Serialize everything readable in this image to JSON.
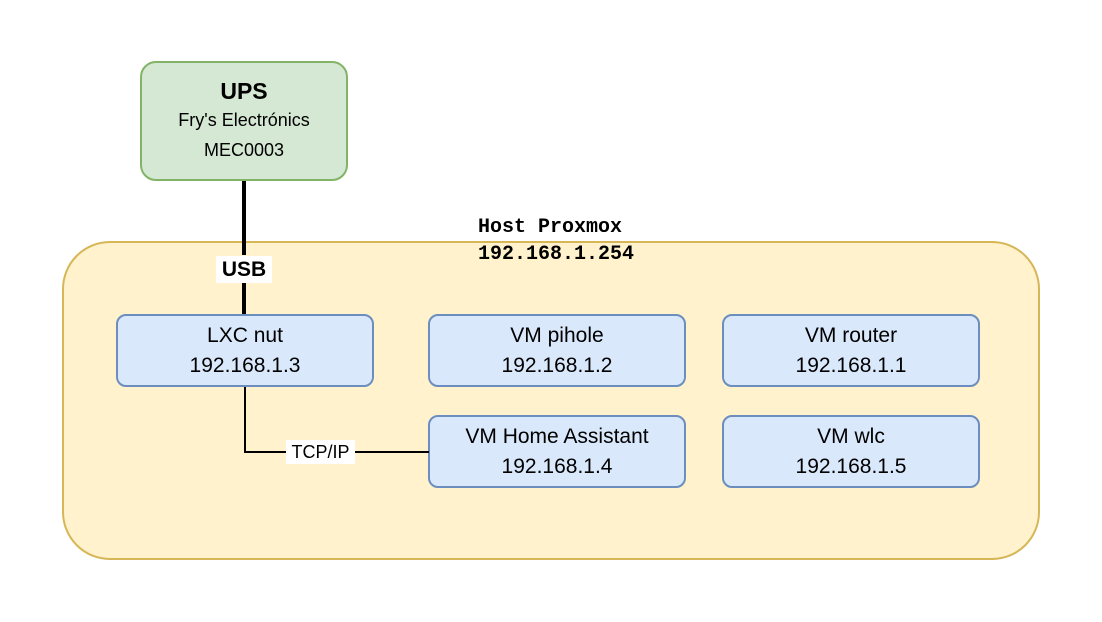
{
  "ups": {
    "title": "UPS",
    "line1": "Fry's Electrónics",
    "line2": "MEC0003"
  },
  "host": {
    "title": "Host Proxmox",
    "ip": "192.168.1.254"
  },
  "connections": {
    "usb_label": "USB",
    "tcp_label": "TCP/IP"
  },
  "nodes": [
    {
      "name": "LXC nut",
      "ip": "192.168.1.3"
    },
    {
      "name": "VM pihole",
      "ip": "192.168.1.2"
    },
    {
      "name": "VM router",
      "ip": "192.168.1.1"
    },
    {
      "name": "VM Home Assistant",
      "ip": "192.168.1.4"
    },
    {
      "name": "VM wlc",
      "ip": "192.168.1.5"
    }
  ],
  "colors": {
    "ups_fill": "#d5e8d4",
    "ups_stroke": "#82b366",
    "host_fill": "#fff2cc",
    "host_stroke": "#d6b656",
    "node_fill": "#dae8fc",
    "node_stroke": "#6c8ebf"
  }
}
